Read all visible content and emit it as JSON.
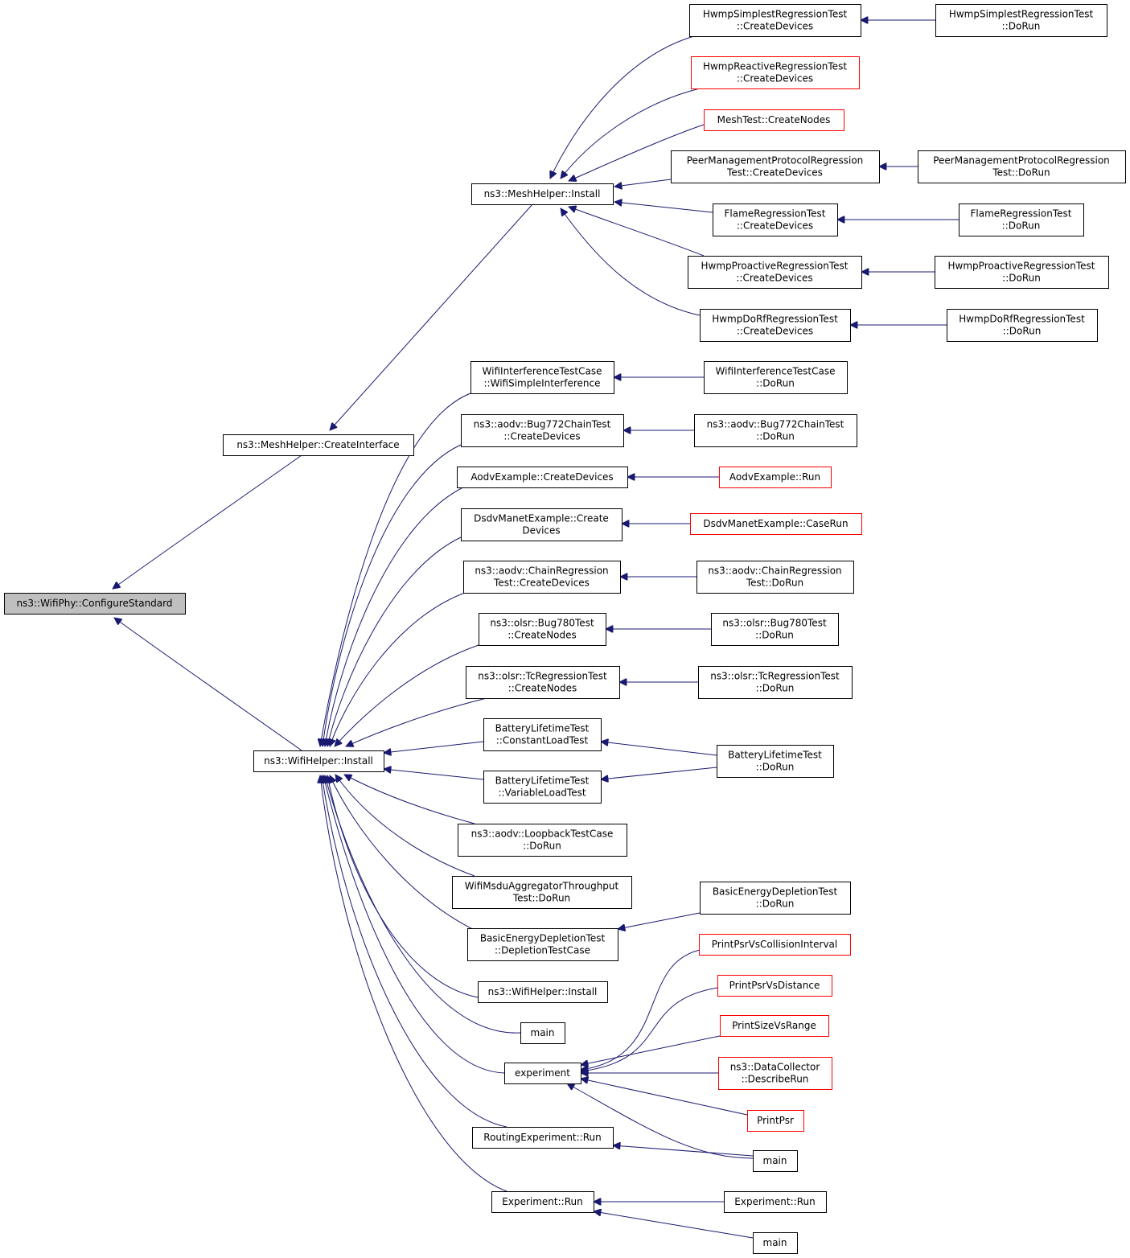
{
  "diagram": {
    "type": "call-graph",
    "edge_color": "#191970",
    "node_border": "#000000",
    "incomplete_border": "#ff0000",
    "root_fill": "#bfbfbf",
    "nodes": {
      "root": [
        "ns3::WifiPhy::ConfigureStandard"
      ],
      "createInterface": [
        "ns3::MeshHelper::CreateInterface"
      ],
      "wifiInstall": [
        "ns3::WifiHelper::Install"
      ],
      "meshInstall": [
        "ns3::MeshHelper::Install"
      ],
      "hwmpSimpCD": [
        "HwmpSimplestRegressionTest",
        "::CreateDevices"
      ],
      "hwmpSimpDR": [
        "HwmpSimplestRegressionTest",
        "::DoRun"
      ],
      "hwmpReactCD": [
        "HwmpReactiveRegressionTest",
        "::CreateDevices"
      ],
      "meshTestCN": [
        "MeshTest::CreateNodes"
      ],
      "peerCD": [
        "PeerManagementProtocolRegression",
        "Test::CreateDevices"
      ],
      "peerDR": [
        "PeerManagementProtocolRegression",
        "Test::DoRun"
      ],
      "flameCD": [
        "FlameRegressionTest",
        "::CreateDevices"
      ],
      "flameDR": [
        "FlameRegressionTest",
        "::DoRun"
      ],
      "hwmpProCD": [
        "HwmpProactiveRegressionTest",
        "::CreateDevices"
      ],
      "hwmpProDR": [
        "HwmpProactiveRegressionTest",
        "::DoRun"
      ],
      "hwmpDoRfCD": [
        "HwmpDoRfRegressionTest",
        "::CreateDevices"
      ],
      "hwmpDoRfDR": [
        "HwmpDoRfRegressionTest",
        "::DoRun"
      ],
      "wifiIntSI": [
        "WifiInterferenceTestCase",
        "::WifiSimpleInterference"
      ],
      "wifiIntDR": [
        "WifiInterferenceTestCase",
        "::DoRun"
      ],
      "bug772CD": [
        "ns3::aodv::Bug772ChainTest",
        "::CreateDevices"
      ],
      "bug772DR": [
        "ns3::aodv::Bug772ChainTest",
        "::DoRun"
      ],
      "aodvExCD": [
        "AodvExample::CreateDevices"
      ],
      "aodvExRun": [
        "AodvExample::Run"
      ],
      "dsdvCD": [
        "DsdvManetExample::Create",
        "Devices"
      ],
      "dsdvCR": [
        "DsdvManetExample::CaseRun"
      ],
      "chainCD": [
        "ns3::aodv::ChainRegression",
        "Test::CreateDevices"
      ],
      "chainDR": [
        "ns3::aodv::ChainRegression",
        "Test::DoRun"
      ],
      "bug780CN": [
        "ns3::olsr::Bug780Test",
        "::CreateNodes"
      ],
      "bug780DR": [
        "ns3::olsr::Bug780Test",
        "::DoRun"
      ],
      "tcCN": [
        "ns3::olsr::TcRegressionTest",
        "::CreateNodes"
      ],
      "tcDR": [
        "ns3::olsr::TcRegressionTest",
        "::DoRun"
      ],
      "battCL": [
        "BatteryLifetimeTest",
        "::ConstantLoadTest"
      ],
      "battVL": [
        "BatteryLifetimeTest",
        "::VariableLoadTest"
      ],
      "battDR": [
        "BatteryLifetimeTest",
        "::DoRun"
      ],
      "loopDR": [
        "ns3::aodv::LoopbackTestCase",
        "::DoRun"
      ],
      "msduDR": [
        "WifiMsduAggregatorThroughput",
        "Test::DoRun"
      ],
      "basicDTC": [
        "BasicEnergyDepletionTest",
        "::DepletionTestCase"
      ],
      "basicDR": [
        "BasicEnergyDepletionTest",
        "::DoRun"
      ],
      "wifiInstall2": [
        "ns3::WifiHelper::Install"
      ],
      "main1": [
        "main"
      ],
      "experiment": [
        "experiment"
      ],
      "ppsrCI": [
        "PrintPsrVsCollisionInterval"
      ],
      "ppsrD": [
        "PrintPsrVsDistance"
      ],
      "psvr": [
        "PrintSizeVsRange"
      ],
      "dcDR": [
        "ns3::DataCollector",
        "::DescribeRun"
      ],
      "ppsr": [
        "PrintPsr"
      ],
      "main2": [
        "main"
      ],
      "routingRun": [
        "RoutingExperiment::Run"
      ],
      "expRun": [
        "Experiment::Run"
      ],
      "expRun2": [
        "Experiment::Run"
      ],
      "main3": [
        "main"
      ]
    }
  }
}
